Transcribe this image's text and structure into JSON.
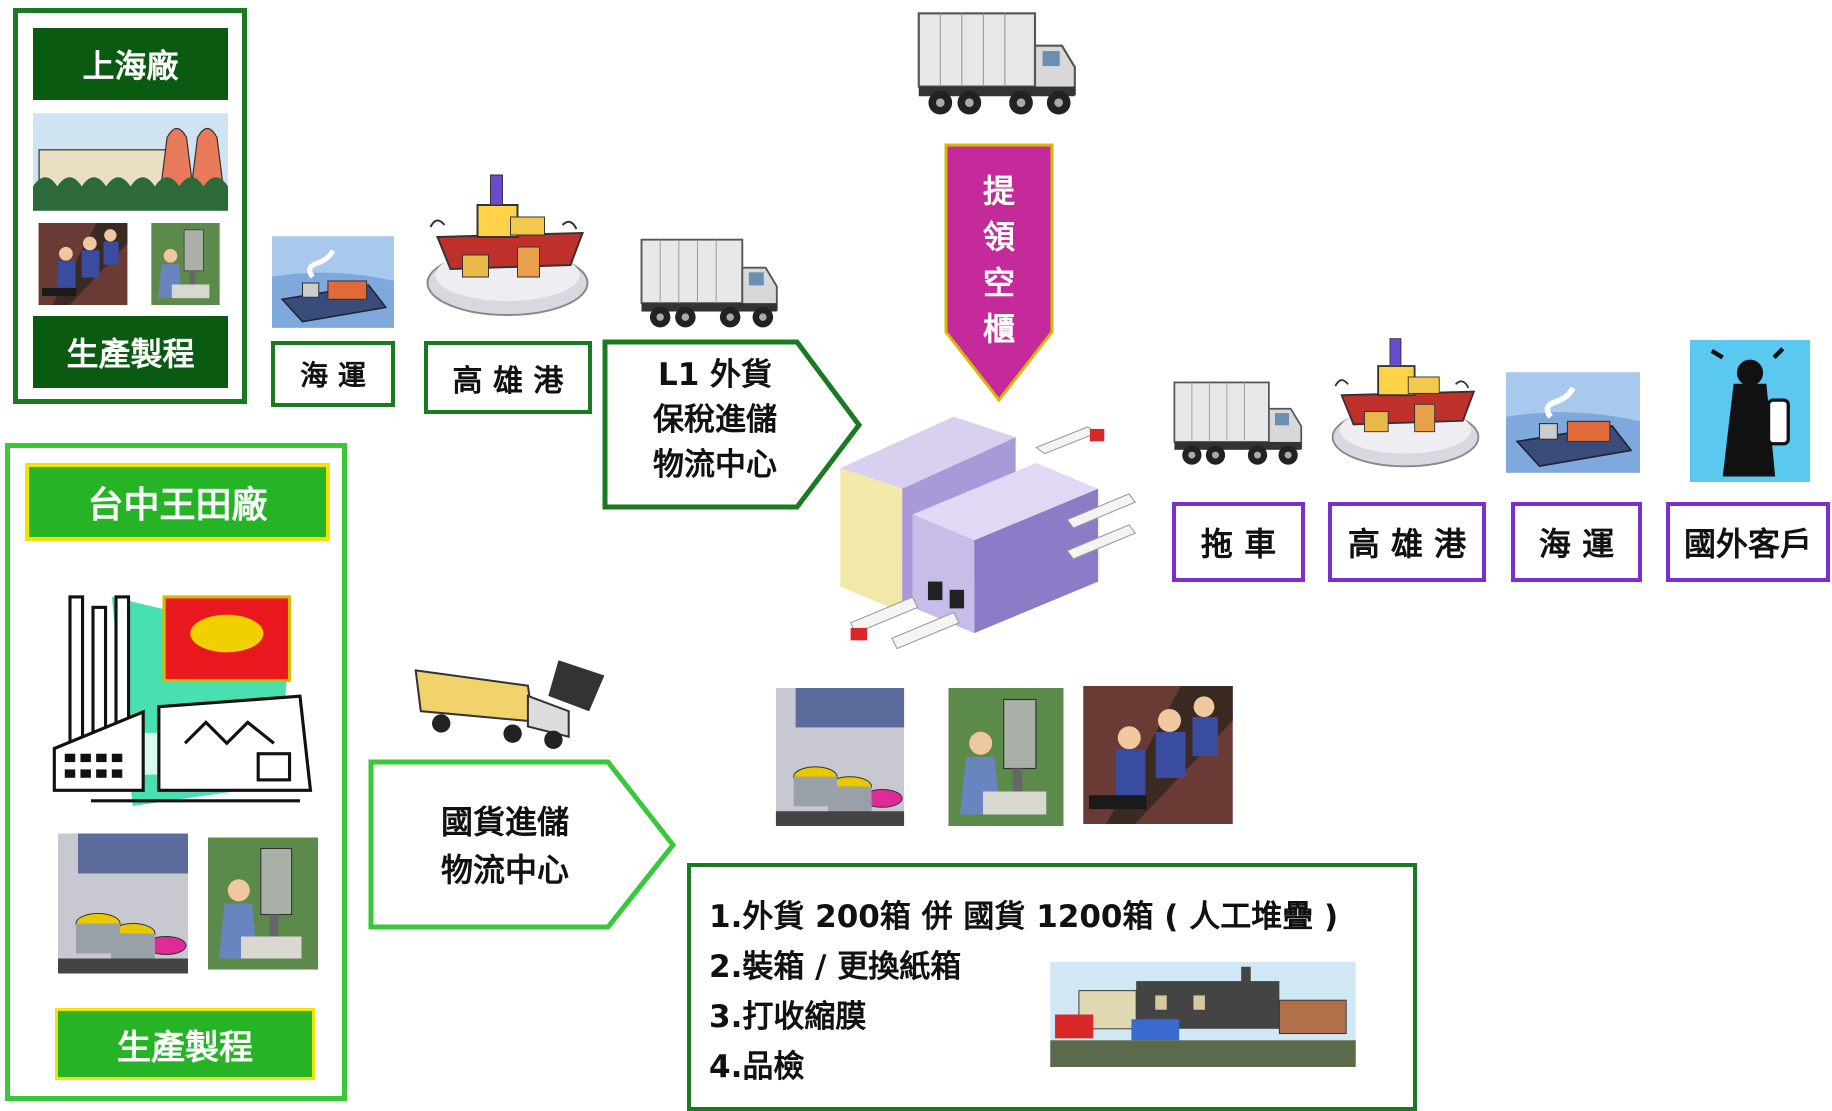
{
  "shanghai": {
    "title": "上海廠",
    "process": "生產製程"
  },
  "taichung": {
    "title": "台中王田廠",
    "process": "生產製程"
  },
  "route_top": {
    "sea": "海 運",
    "port": "高 雄 港"
  },
  "l1_center": {
    "line1": "L1 外貨",
    "line2": "保稅進儲",
    "line3": "物流中心"
  },
  "pickup": {
    "chars": [
      "提",
      "領",
      "空",
      "櫃"
    ]
  },
  "route_right": {
    "trailer": "拖 車",
    "port": "高 雄 港",
    "sea": "海 運",
    "customer": "國外客戶"
  },
  "domestic_center": {
    "line1": "國貨進儲",
    "line2": "物流中心"
  },
  "steps": [
    "1.外貨 200箱 併 國貨 1200箱 ( 人工堆疊 )",
    "2.裝箱 / 更換紙箱",
    "3.打收縮膜",
    "4.品檢"
  ],
  "colors": {
    "dark_green": "#0b5a12",
    "bright_green": "#2db82d",
    "purple": "#7b2fd0",
    "magenta": "#c42a9a"
  }
}
